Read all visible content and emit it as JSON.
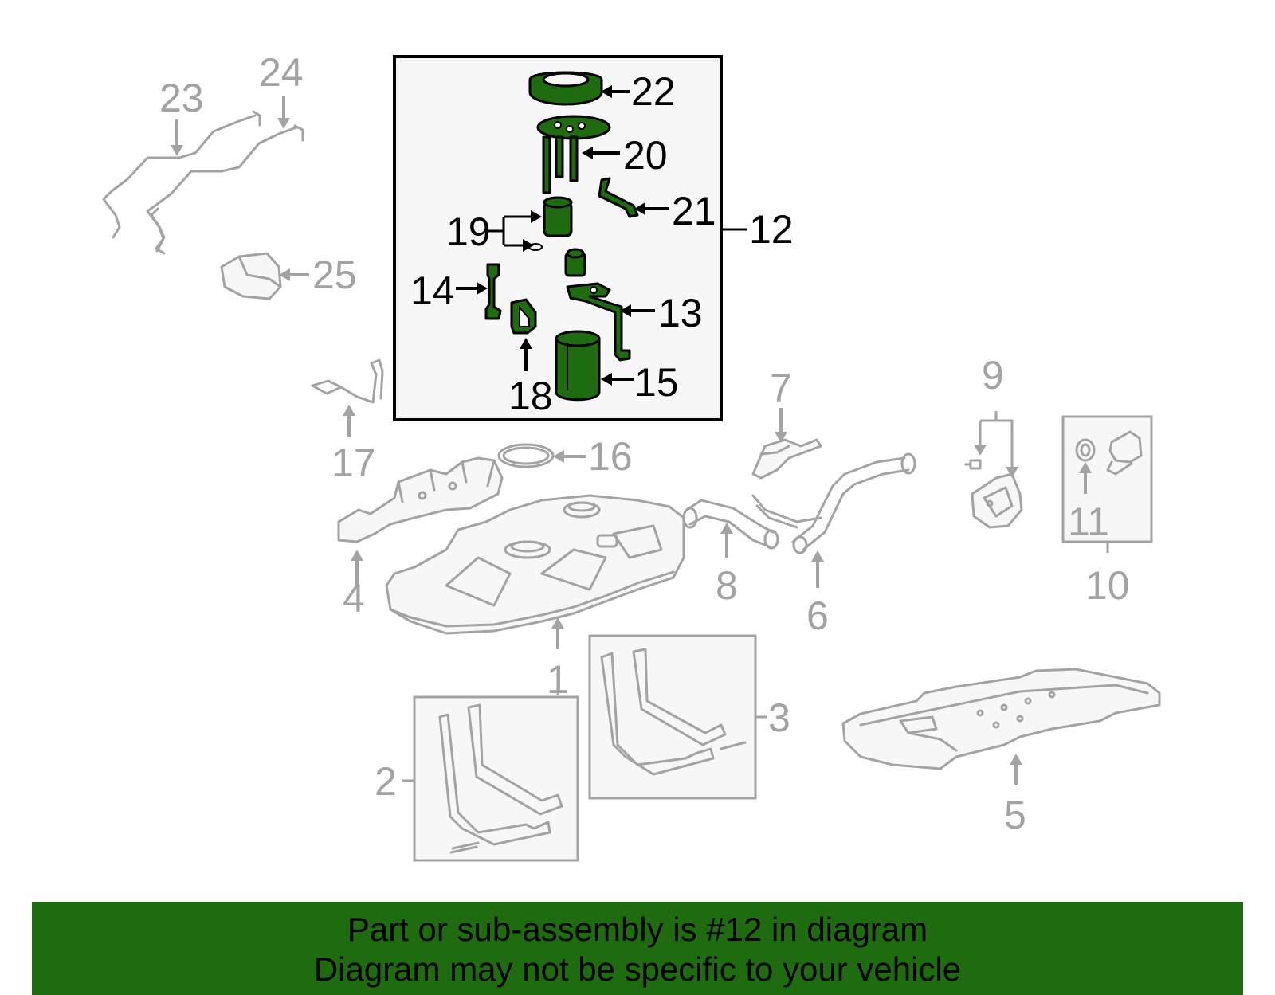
{
  "labels": {
    "n1": "1",
    "n2": "2",
    "n3": "3",
    "n4": "4",
    "n5": "5",
    "n6": "6",
    "n7": "7",
    "n8": "8",
    "n9": "9",
    "n10": "10",
    "n11": "11",
    "n12": "12",
    "n13": "13",
    "n14": "14",
    "n15": "15",
    "n16": "16",
    "n17": "17",
    "n18": "18",
    "n19": "19",
    "n20": "20",
    "n21": "21",
    "n22": "22",
    "n23": "23",
    "n24": "24",
    "n25": "25"
  },
  "banner": {
    "line1": "Part or sub-assembly is #12 in diagram",
    "line2": "Diagram may not be specific to your vehicle"
  },
  "colors": {
    "highlight": "#1f6b10",
    "other_parts": "#a3a3a3",
    "banner_bg": "#1f6b10"
  }
}
